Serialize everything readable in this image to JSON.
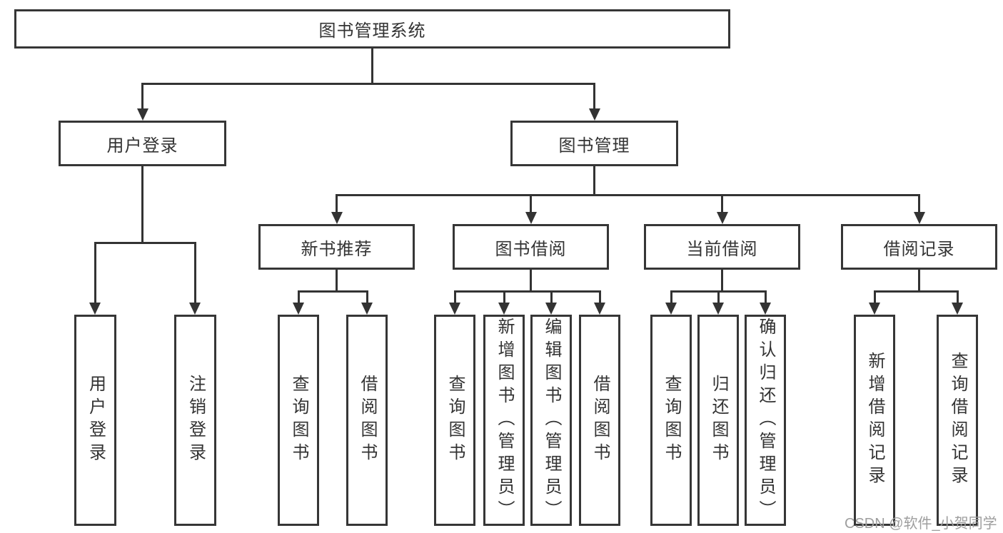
{
  "diagram": {
    "title": "图书管理系统",
    "root": {
      "label": "图书管理系统"
    },
    "level2": [
      {
        "label": "用户登录"
      },
      {
        "label": "图书管理"
      }
    ],
    "level3": [
      {
        "label": "新书推荐"
      },
      {
        "label": "图书借阅"
      },
      {
        "label": "当前借阅"
      },
      {
        "label": "借阅记录"
      }
    ],
    "leaves": [
      {
        "label": "用户登录"
      },
      {
        "label": "注销登录"
      },
      {
        "label": "查询图书"
      },
      {
        "label": "借阅图书"
      },
      {
        "label": "查询图书"
      },
      {
        "label": "新增图书（管理员）"
      },
      {
        "label": "编辑图书（管理员）"
      },
      {
        "label": "借阅图书"
      },
      {
        "label": "查询图书"
      },
      {
        "label": "归还图书"
      },
      {
        "label": "确认归还（管理员）"
      },
      {
        "label": "新增借阅记录"
      },
      {
        "label": "查询借阅记录"
      }
    ]
  },
  "watermark": {
    "text": "CSDN @软件_小贺同学"
  },
  "colors": {
    "line": "#333333",
    "border": "#363636",
    "text": "#333333",
    "watermark": "#9e9e9e",
    "background": "#ffffff"
  }
}
